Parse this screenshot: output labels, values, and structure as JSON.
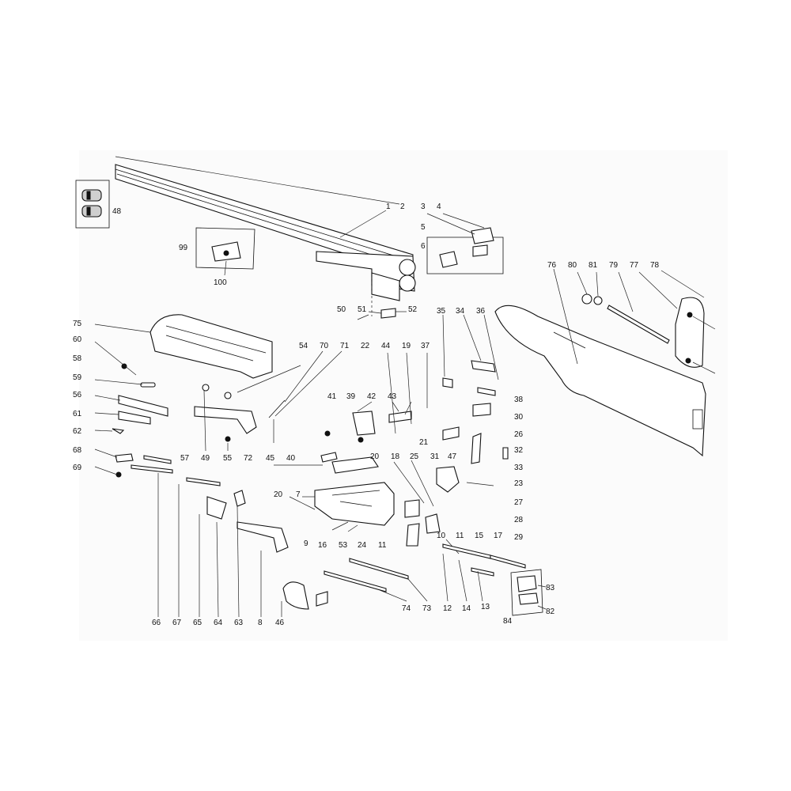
{
  "callouts": [
    {
      "id": "c-1",
      "text": "1"
    },
    {
      "id": "c-2",
      "text": "2"
    },
    {
      "id": "c-3",
      "text": "3"
    },
    {
      "id": "c-4",
      "text": "4"
    },
    {
      "id": "c-5",
      "text": "5"
    },
    {
      "id": "c-6",
      "text": "6"
    },
    {
      "id": "c-7",
      "text": "7"
    },
    {
      "id": "c-8",
      "text": "8"
    },
    {
      "id": "c-9",
      "text": "9"
    },
    {
      "id": "c-10",
      "text": "10"
    },
    {
      "id": "c-11a",
      "text": "11"
    },
    {
      "id": "c-11b",
      "text": "11"
    },
    {
      "id": "c-12",
      "text": "12"
    },
    {
      "id": "c-13",
      "text": "13"
    },
    {
      "id": "c-14",
      "text": "14"
    },
    {
      "id": "c-15",
      "text": "15"
    },
    {
      "id": "c-16",
      "text": "16"
    },
    {
      "id": "c-17",
      "text": "17"
    },
    {
      "id": "c-18",
      "text": "18"
    },
    {
      "id": "c-19",
      "text": "19"
    },
    {
      "id": "c-20a",
      "text": "20"
    },
    {
      "id": "c-20b",
      "text": "20"
    },
    {
      "id": "c-21",
      "text": "21"
    },
    {
      "id": "c-22",
      "text": "22"
    },
    {
      "id": "c-23",
      "text": "23"
    },
    {
      "id": "c-24",
      "text": "24"
    },
    {
      "id": "c-25",
      "text": "25"
    },
    {
      "id": "c-26",
      "text": "26"
    },
    {
      "id": "c-27",
      "text": "27"
    },
    {
      "id": "c-28",
      "text": "28"
    },
    {
      "id": "c-29",
      "text": "29"
    },
    {
      "id": "c-30",
      "text": "30"
    },
    {
      "id": "c-31",
      "text": "31"
    },
    {
      "id": "c-32",
      "text": "32"
    },
    {
      "id": "c-33",
      "text": "33"
    },
    {
      "id": "c-34",
      "text": "34"
    },
    {
      "id": "c-35",
      "text": "35"
    },
    {
      "id": "c-36",
      "text": "36"
    },
    {
      "id": "c-37",
      "text": "37"
    },
    {
      "id": "c-38",
      "text": "38"
    },
    {
      "id": "c-39",
      "text": "39"
    },
    {
      "id": "c-40",
      "text": "40"
    },
    {
      "id": "c-41",
      "text": "41"
    },
    {
      "id": "c-42",
      "text": "42"
    },
    {
      "id": "c-43",
      "text": "43"
    },
    {
      "id": "c-44",
      "text": "44"
    },
    {
      "id": "c-45",
      "text": "45"
    },
    {
      "id": "c-46",
      "text": "46"
    },
    {
      "id": "c-47",
      "text": "47"
    },
    {
      "id": "c-48",
      "text": "48"
    },
    {
      "id": "c-49",
      "text": "49"
    },
    {
      "id": "c-50",
      "text": "50"
    },
    {
      "id": "c-51",
      "text": "51"
    },
    {
      "id": "c-52",
      "text": "52"
    },
    {
      "id": "c-53",
      "text": "53"
    },
    {
      "id": "c-54",
      "text": "54"
    },
    {
      "id": "c-55",
      "text": "55"
    },
    {
      "id": "c-56",
      "text": "56"
    },
    {
      "id": "c-57",
      "text": "57"
    },
    {
      "id": "c-58",
      "text": "58"
    },
    {
      "id": "c-59",
      "text": "59"
    },
    {
      "id": "c-60",
      "text": "60"
    },
    {
      "id": "c-61",
      "text": "61"
    },
    {
      "id": "c-62",
      "text": "62"
    },
    {
      "id": "c-63",
      "text": "63"
    },
    {
      "id": "c-64",
      "text": "64"
    },
    {
      "id": "c-65",
      "text": "65"
    },
    {
      "id": "c-66",
      "text": "66"
    },
    {
      "id": "c-67",
      "text": "67"
    },
    {
      "id": "c-68",
      "text": "68"
    },
    {
      "id": "c-69",
      "text": "69"
    },
    {
      "id": "c-70",
      "text": "70"
    },
    {
      "id": "c-71",
      "text": "71"
    },
    {
      "id": "c-72",
      "text": "72"
    },
    {
      "id": "c-73",
      "text": "73"
    },
    {
      "id": "c-74",
      "text": "74"
    },
    {
      "id": "c-75",
      "text": "75"
    },
    {
      "id": "c-76",
      "text": "76"
    },
    {
      "id": "c-77",
      "text": "77"
    },
    {
      "id": "c-78",
      "text": "78"
    },
    {
      "id": "c-79",
      "text": "79"
    },
    {
      "id": "c-80",
      "text": "80"
    },
    {
      "id": "c-81",
      "text": "81"
    },
    {
      "id": "c-82",
      "text": "82"
    },
    {
      "id": "c-83",
      "text": "83"
    },
    {
      "id": "c-84",
      "text": "84"
    },
    {
      "id": "c-99",
      "text": "99"
    },
    {
      "id": "c-100",
      "text": "100"
    }
  ]
}
